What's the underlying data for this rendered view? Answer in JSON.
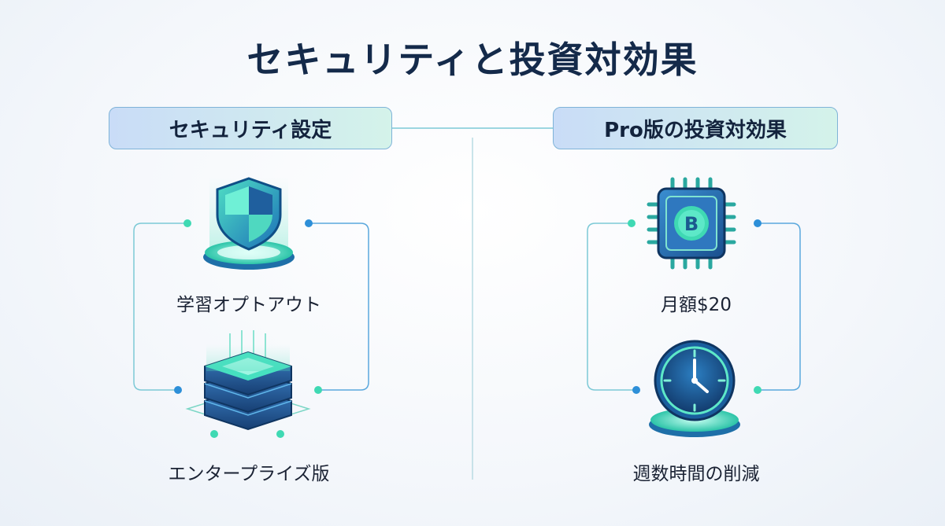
{
  "title": "セキュリティと投資対効果",
  "left_panel": {
    "header": "セキュリティ設定",
    "items": [
      {
        "icon": "shield-icon",
        "label": "学習オプトアウト"
      },
      {
        "icon": "server-stack-icon",
        "label": "エンタープライズ版"
      }
    ]
  },
  "right_panel": {
    "header": "Pro版の投資対効果",
    "items": [
      {
        "icon": "bitcoin-chip-icon",
        "label": "月額$20"
      },
      {
        "icon": "clock-icon",
        "label": "週数時間の削減"
      }
    ]
  },
  "colors": {
    "title": "#142a4a",
    "accent_teal": "#3fd9b3",
    "accent_blue": "#2d8fd8",
    "connector": "#7cc9d6"
  }
}
